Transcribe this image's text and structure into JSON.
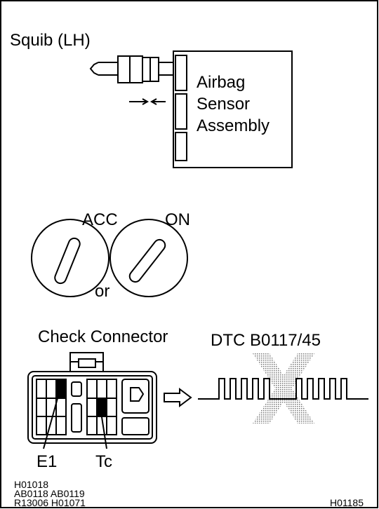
{
  "squib": {
    "label": "Squib (LH)"
  },
  "sensor": {
    "line1": "Airbag",
    "line2": "Sensor",
    "line3": "Assembly"
  },
  "ignition": {
    "acc_label": "ACC",
    "on_label": "ON",
    "or_label": "or"
  },
  "connector": {
    "title": "Check Connector",
    "terminal_e1": "E1",
    "terminal_tc": "Tc"
  },
  "dtc": {
    "title": "DTC B0117/45"
  },
  "footer": {
    "codes_line1": "H01018",
    "codes_line2": "AB0118  AB0119",
    "codes_line3": "R13006  H01071",
    "figure_id": "H01185"
  }
}
